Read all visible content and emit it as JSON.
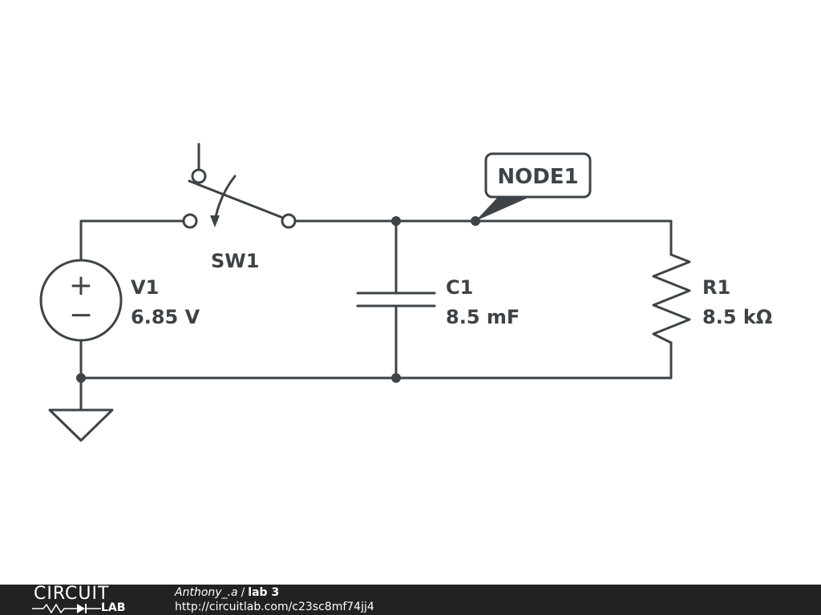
{
  "components": {
    "switch": {
      "name": "SW1"
    },
    "source": {
      "name": "V1",
      "value": "6.85 V",
      "plus": "+",
      "minus": "−"
    },
    "capacitor": {
      "name": "C1",
      "value": "8.5 mF"
    },
    "resistor": {
      "name": "R1",
      "value": "8.5 kΩ"
    },
    "node": {
      "label": "NODE1"
    }
  },
  "colors": {
    "wire": "#3d4347",
    "footer_bg": "#222222",
    "footer_text": "#ffffff"
  },
  "footer": {
    "logo_top": "CIRCUIT",
    "logo_bottom": "LAB",
    "author": "Anthony_.a",
    "separator": "/",
    "project": "lab 3",
    "url": "http://circuitlab.com/c23sc8mf74jj4"
  }
}
